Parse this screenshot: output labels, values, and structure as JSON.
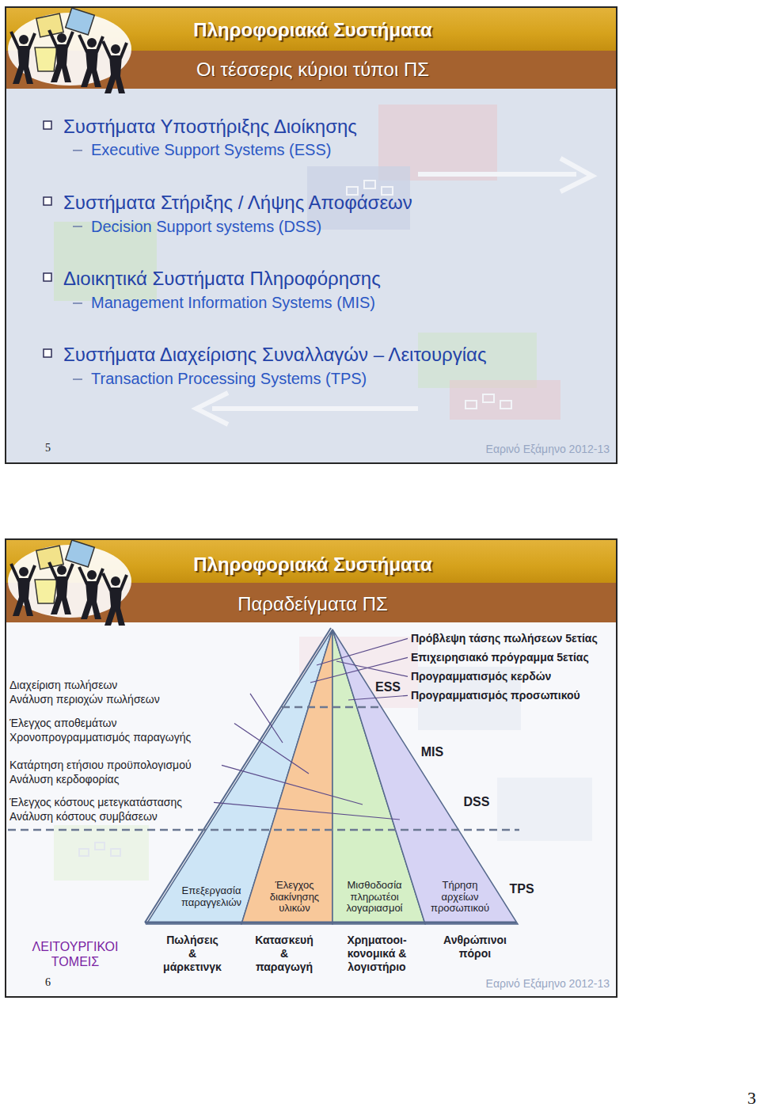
{
  "diagram": {
    "nodes": [
      {
        "text": [
          "Πληροφοριακά Συστήματα",
          "Οι τέσσερις κύριοι τύποι ΠΣ"
        ]
      },
      {
        "text": [
          "Πληροφοριακά Συστήματα",
          "Παραδείγματα ΠΣ"
        ]
      },
      {
        "text": [
          "Επεξεργασία παραγγελιών"
        ],
        "in": 1
      },
      {
        "text": [
          "Έλεγχος διακίνησης υλικών"
        ],
        "in": 1
      },
      {
        "text": [
          "Μισθοδοσία πληρωτέοι λογαριασμοί"
        ],
        "in": 1
      },
      {
        "text": [
          "Τήρηση αρχείων προσωπικού"
        ],
        "in": 1
      }
    ],
    "labels": [
      "Συστήματα Υποστήριξης Διοίκησης",
      "Executive Support Systems (ESS)",
      "Συστήματα Στήριξης / Λήψης Αποφάσεων",
      "Decision Support systems (DSS)",
      "Διοικητικά Συστήματα Πληροφόρησης",
      "Management Information Systems (MIS)",
      "Συστήματα Διαχείρισης Συναλλαγών – Λειτουργίας",
      "Transaction Processing Systems (TPS)",
      "5",
      "Εαρινό Εξάμηνο 2012-13",
      "Διαχείριση πωλήσεων",
      "Ανάλυση περιοχών πωλήσεων",
      "Έλεγχος αποθεμάτων",
      "Χρονοπρογραμματισμός παραγωγής",
      "Κατάρτηση ετήσιου προϋπολογισμού",
      "Ανάλυση κερδοφορίας",
      "Έλεγχος κόστους μετεγκατάστασης",
      "Ανάλυση κόστους συμβάσεων",
      "Πρόβλεψη τάσης πωλήσεων 5ετίας",
      "Επιχειρησιακό πρόγραμμα 5ετίας",
      "Προγραμματισμός κερδών",
      "Προγραμματισμός προσωπικού",
      "ESS",
      "MIS",
      "DSS",
      "TPS",
      "ΛΕΙΤΟΥΡΓΙΚΟΙ ΤΟΜΕΙΣ",
      "Πωλήσεις & μάρκετινγκ",
      "Κατασκευή & παραγωγή",
      "Χρηματοοι- κονομικά & λογιστήριο",
      "Ανθρώπινοι πόροι",
      "6",
      "Εαρινό Εξάμηνο 2012-13",
      "3"
    ]
  }
}
